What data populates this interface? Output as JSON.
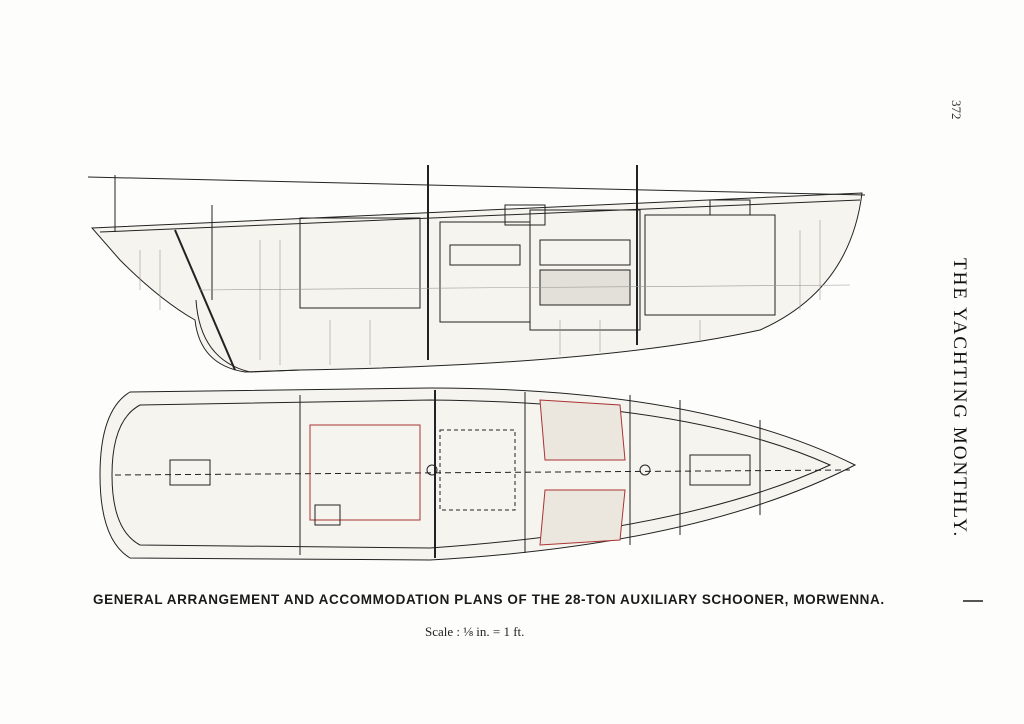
{
  "page_number": "372",
  "journal_title": "THE YACHTING MONTHLY.",
  "caption": "GENERAL ARRANGEMENT AND ACCOMMODATION PLANS OF THE 28-TON AUXILIARY SCHOONER, MORWENNA.",
  "scale": "Scale : ⅛ in. = 1 ft."
}
